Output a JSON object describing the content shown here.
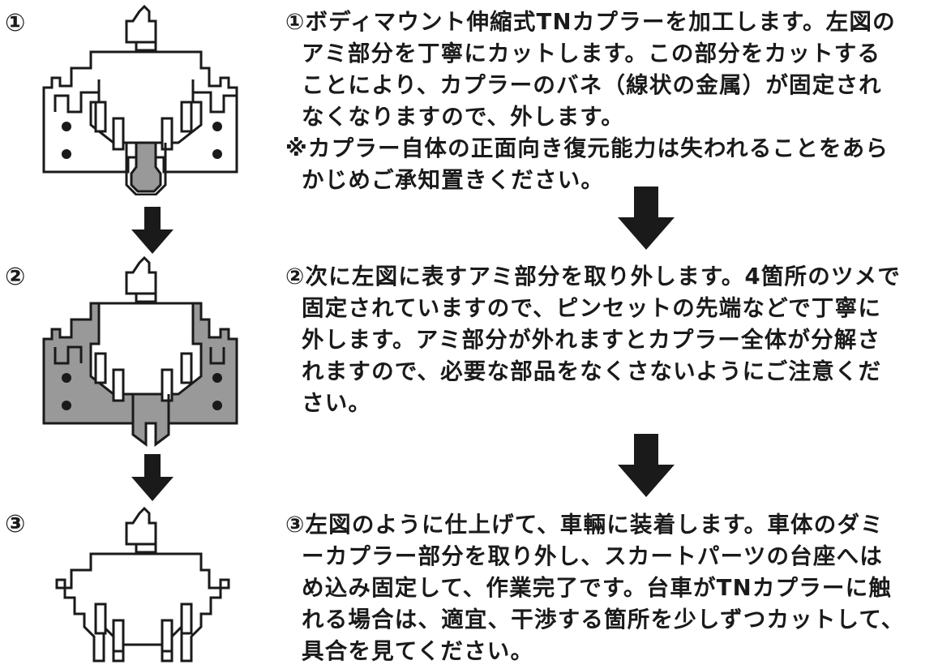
{
  "steps": [
    {
      "marker": "①",
      "lines": [
        "①ボディマウント伸縮式TNカプラーを加工します。左図の",
        "アミ部分を丁寧にカットします。この部分をカットする",
        "ことにより、カプラーのバネ（線状の金属）が固定され",
        "なくなりますので、外します。",
        "※カプラー自体の正面向き復元能力は失われることをあら",
        "かじめご承知置きください。"
      ]
    },
    {
      "marker": "②",
      "lines": [
        "②次に左図に表すアミ部分を取り外します。4箇所のツメで",
        "固定されていますので、ピンセットの先端などで丁寧に",
        "外します。アミ部分が外れますとカプラー全体が分解さ",
        "れますので、必要な部品をなくさないようにご注意くだ",
        "さい。"
      ]
    },
    {
      "marker": "③",
      "lines": [
        "③左図のように仕上げて、車輛に装着します。車体のダミ",
        "ーカプラー部分を取り外し、スカートパーツの台座へは",
        "め込み固定して、作業完了です。台車がTNカプラーに触",
        "れる場合は、適宜、干渉する箇所を少しずつカットして、",
        "具合を見てください。"
      ]
    }
  ],
  "colors": {
    "ink": "#1a1a1a",
    "shade": "#999999",
    "paper": "#ffffff"
  }
}
